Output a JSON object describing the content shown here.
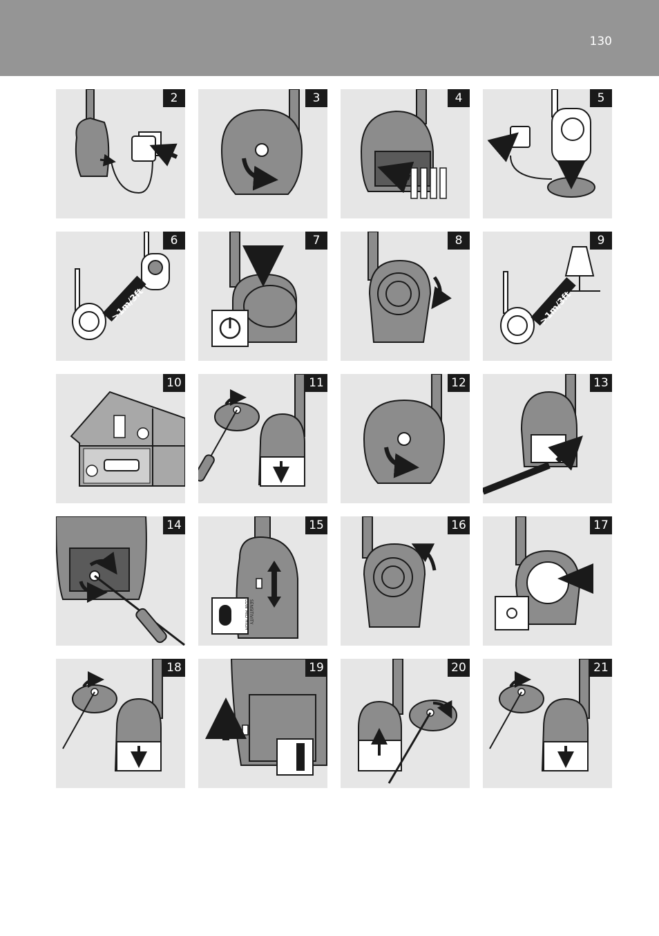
{
  "header": {
    "page_number": "130"
  },
  "colors": {
    "header_bg": "#959595",
    "panel_bg": "#e6e6e6",
    "device_grey": "#8c8c8c",
    "badge_bg": "#1a1a1a"
  },
  "panels": [
    {
      "step": "2",
      "icon": "plug-parent-unit-adapter"
    },
    {
      "step": "3",
      "icon": "unscrew-battery-cover"
    },
    {
      "step": "4",
      "icon": "insert-batteries"
    },
    {
      "step": "5",
      "icon": "plug-baby-unit-into-charger"
    },
    {
      "step": "6",
      "icon": "units-min-distance",
      "distance_label": ">1m/3ft"
    },
    {
      "step": "7",
      "icon": "power-button"
    },
    {
      "step": "8",
      "icon": "turn-volume-knob-down"
    },
    {
      "step": "9",
      "icon": "distance-from-lamp",
      "distance_label": ">1m/3ft"
    },
    {
      "step": "10",
      "icon": "house-placement"
    },
    {
      "step": "11",
      "icon": "remove-belt-clip-screw"
    },
    {
      "step": "12",
      "icon": "unscrew-cover"
    },
    {
      "step": "13",
      "icon": "remove-battery-pack"
    },
    {
      "step": "14",
      "icon": "remove-battery-cover-screwdriver"
    },
    {
      "step": "15",
      "icon": "sensitivity-switch",
      "sensitivity_labels": [
        "SENSITIVITY",
        "LOW MID HIGH"
      ]
    },
    {
      "step": "16",
      "icon": "turn-volume-knob-up"
    },
    {
      "step": "17",
      "icon": "night-light-button"
    },
    {
      "step": "18",
      "icon": "remove-belt-clip"
    },
    {
      "step": "19",
      "icon": "alarm-switch"
    },
    {
      "step": "20",
      "icon": "refit-belt-clip"
    },
    {
      "step": "21",
      "icon": "remove-belt-clip-again"
    }
  ]
}
